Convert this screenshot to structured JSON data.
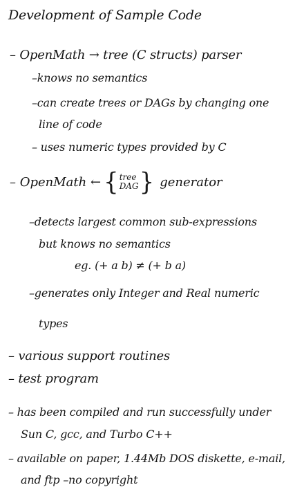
{
  "title": "Development of Sample Code",
  "parser": {
    "heading": "– OpenMath → tree (C structs) parser",
    "items": [
      "–knows no semantics",
      "–can create trees or DAGs by changing one",
      "line of code",
      "– uses numeric types provided by C"
    ]
  },
  "generator": {
    "dash_label": "– OpenMath ←",
    "stack_top": "tree",
    "stack_bottom": "DAG",
    "suffix": "generator",
    "items": [
      "–detects largest common sub-expressions",
      "but knows no semantics",
      "eg. (+ a b) ≠ (+ b a)",
      "–generates only Integer and Real numeric",
      "types"
    ]
  },
  "misc": {
    "routines": "– various support routines",
    "test": "– test program",
    "compiled_line1": "– has been compiled and run successfully under",
    "compiled_line2": "Sun C,  gcc, and Turbo C++",
    "available_line1": "– available on paper, 1.44Mb DOS diskette, e-mail,",
    "available_line2": "and ftp      –no copyright"
  }
}
